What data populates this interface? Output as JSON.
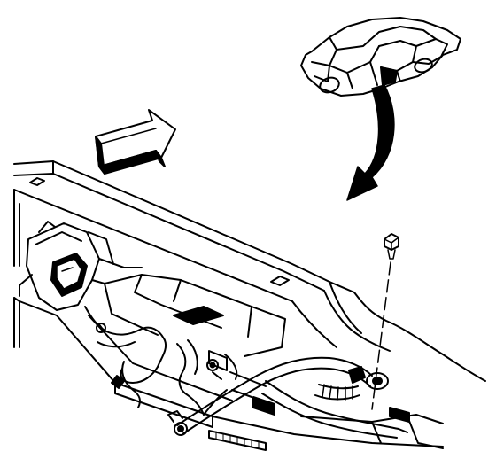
{
  "diagram": {
    "style": "monochrome technical line illustration",
    "colors": {
      "line": "#000000",
      "background": "#ffffff"
    },
    "parts": [
      "vehicle-locator-icon",
      "locator-pointer-arrow",
      "front-direction-arrow",
      "body-panel",
      "wiring-harness",
      "connector-block",
      "mounting-bolt",
      "bolt-centerline"
    ]
  }
}
